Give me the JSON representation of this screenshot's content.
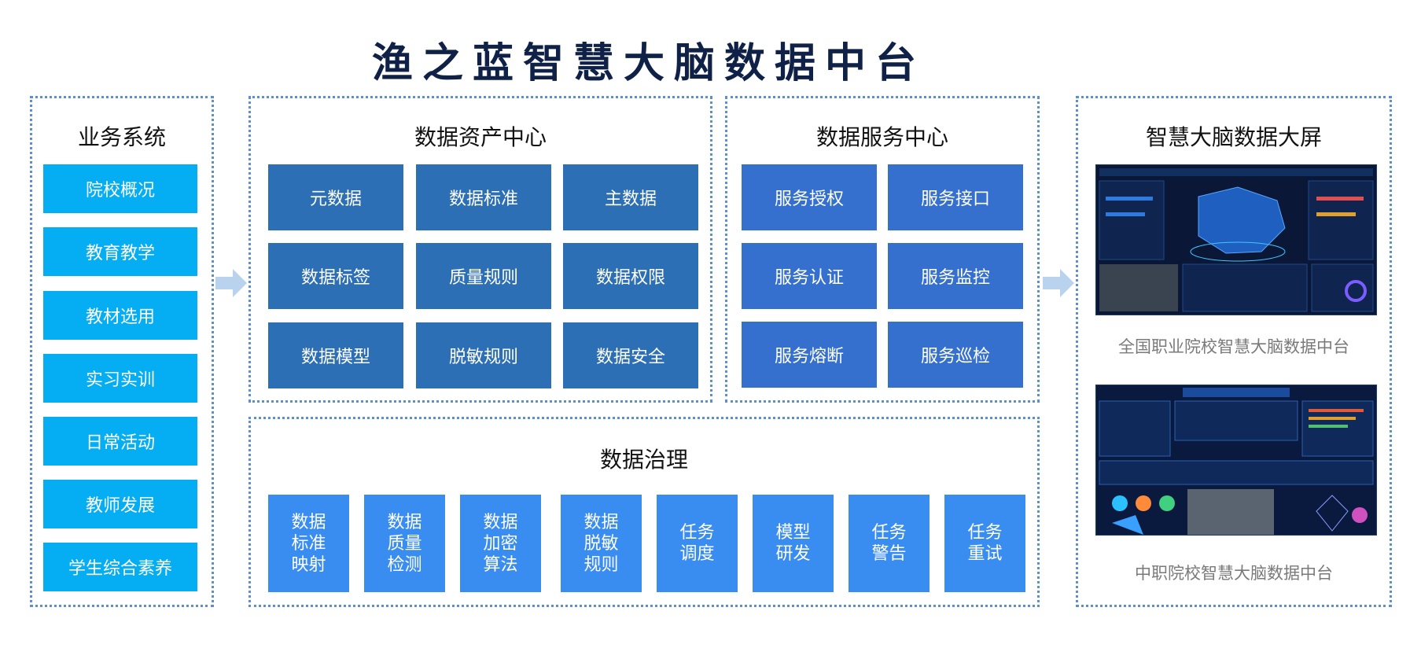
{
  "title": "渔之蓝智慧大脑数据中台",
  "business": {
    "title": "业务系统",
    "items": [
      "院校概况",
      "教育教学",
      "教材选用",
      "实习实训",
      "日常活动",
      "教师发展",
      "学生综合素养"
    ]
  },
  "asset_center": {
    "title": "数据资产中心",
    "items": [
      "元数据",
      "数据标准",
      "主数据",
      "数据标签",
      "质量规则",
      "数据权限",
      "数据模型",
      "脱敏规则",
      "数据安全"
    ]
  },
  "service_center": {
    "title": "数据服务中心",
    "items": [
      "服务授权",
      "服务接口",
      "服务认证",
      "服务监控",
      "服务熔断",
      "服务巡检"
    ]
  },
  "governance": {
    "title": "数据治理",
    "items": [
      [
        "数据",
        "标准",
        "映射"
      ],
      [
        "数据",
        "质量",
        "检测"
      ],
      [
        "数据",
        "加密",
        "算法"
      ],
      [
        "数据",
        "脱敏",
        "规则"
      ],
      [
        "任务",
        "调度"
      ],
      [
        "模型",
        "研发"
      ],
      [
        "任务",
        "警告"
      ],
      [
        "任务",
        "重试"
      ]
    ]
  },
  "screens": {
    "title": "智慧大脑数据大屏",
    "items": [
      {
        "caption": "全国职业院校智慧大脑数据中台"
      },
      {
        "caption": "中职院校智慧大脑数据中台"
      }
    ]
  },
  "colors": {
    "business": "#05aef2",
    "asset": "#2d6fb4",
    "service": "#3670cf",
    "governance": "#3a8df0",
    "border": "#5b8fd0",
    "arrow": "#b9d3ef"
  }
}
